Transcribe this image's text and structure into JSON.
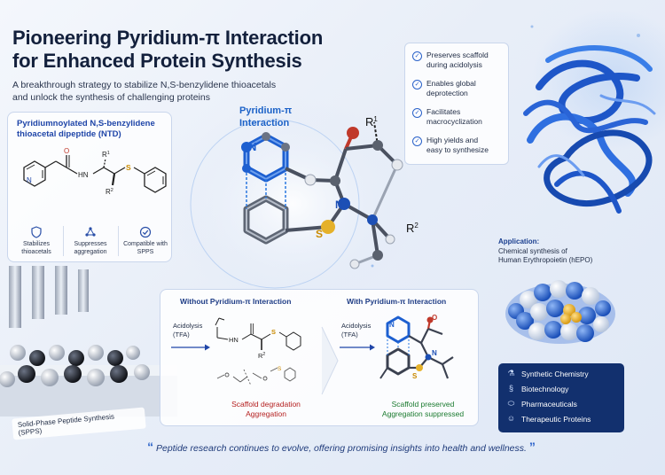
{
  "header": {
    "title_line1": "Pioneering Pyridium-π Interaction",
    "title_line2": "for Enhanced Protein Synthesis",
    "subtitle_line1": "A breakthrough strategy to stabilize N,S-benzylidene thioacetals",
    "subtitle_line2": "and unlock the synthesis of challenging proteins"
  },
  "ntd": {
    "title_line1": "Pyridiumnoylated N,S-benzylidene",
    "title_line2": "thioacetal dipeptide (NTD)",
    "mol": {
      "o": "O",
      "nh": "HN",
      "r1": "R",
      "r1_sup": "1",
      "r2": "R",
      "r2_sup": "2",
      "s": "S"
    },
    "features": [
      {
        "icon": "shield-icon",
        "line1": "Stabilizes",
        "line2": "thioacetals"
      },
      {
        "icon": "network-icon",
        "line1": "Suppresses",
        "line2": "aggregation"
      },
      {
        "icon": "check-circle-icon",
        "line1": "Compatible with",
        "line2": "SPPS"
      }
    ]
  },
  "center": {
    "pi_label_line1": "Pyridium-π",
    "pi_label_line2": "Interaction",
    "atoms": {
      "n_top": "N",
      "n_mid": "N",
      "s": "S",
      "r1": "R",
      "r1_sup": "1",
      "r2": "R",
      "r2_sup": "2"
    }
  },
  "features_list": [
    {
      "line1": "Preserves scaffold",
      "line2": "during acidolysis"
    },
    {
      "line1": "Enables global",
      "line2": "deprotection"
    },
    {
      "line1": "Facilitates",
      "line2": "macrocyclization"
    },
    {
      "line1": "High yields and",
      "line2": "easy to synthesize"
    }
  ],
  "application": {
    "heading": "Application:",
    "line1": "Chemical synthesis of",
    "line2": "Human Erythropoietin (hEPO)"
  },
  "spps_label": "Solid-Phase Peptide Synthesis (SPPS)",
  "comparison": {
    "without": {
      "title": "Without Pyridium-π Interaction",
      "step_line1": "Acidolysis",
      "step_line2": "(TFA)",
      "nh": "HN",
      "r2": "R",
      "r2_sup": "2",
      "s": "S",
      "status_line1": "Scaffold degradation",
      "status_line2": "Aggregation"
    },
    "with": {
      "title": "With Pyridium-π Interaction",
      "step_line1": "Acidolysis",
      "step_line2": "(TFA)",
      "n_top": "N",
      "n_mid": "N",
      "s": "S",
      "o": "O",
      "status_line1": "Scaffold preserved",
      "status_line2": "Aggregation suppressed"
    }
  },
  "categories": [
    {
      "icon": "flask-icon",
      "label": "Synthetic Chemistry"
    },
    {
      "icon": "dna-icon",
      "label": "Biotechnology"
    },
    {
      "icon": "pill-icon",
      "label": "Pharmaceuticals"
    },
    {
      "icon": "person-icon",
      "label": "Therapeutic Proteins"
    }
  ],
  "quote": {
    "open": "“",
    "text": "Peptide research continues to evolve, offering promising insights into health and wellness.",
    "close": "”"
  },
  "colors": {
    "accent_blue": "#1f45a8",
    "bright_blue": "#1c62c8",
    "status_red": "#b52020",
    "status_green": "#1a7a2e",
    "category_bg": "#12306e"
  }
}
